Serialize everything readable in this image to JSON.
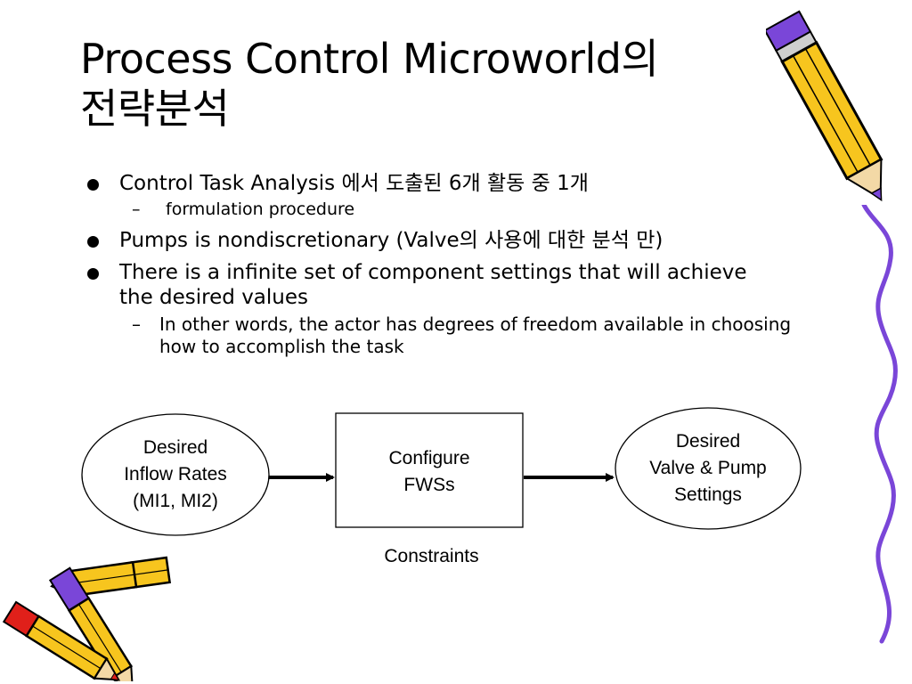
{
  "slide": {
    "title_line1": "Process Control Microworld의",
    "title_line2": "전략분석"
  },
  "bullets": [
    {
      "text": "Control Task Analysis 에서 도출된 6개 활동 중 1개",
      "sub": [
        "formulation procedure"
      ]
    },
    {
      "text": "Pumps is nondiscretionary (Valve의 사용에 대한 분석 만)",
      "sub": []
    },
    {
      "text": "There is a infinite set of component settings that will achieve the desired values",
      "sub": [
        "In other words, the actor has degrees of freedom available in choosing how to accomplish the task"
      ]
    }
  ],
  "diagram": {
    "input": {
      "line1": "Desired",
      "line2": "Inflow Rates",
      "line3": "(MI1, MI2)"
    },
    "process": {
      "line1": "Configure",
      "line2": "FWSs"
    },
    "output": {
      "line1": "Desired",
      "line2": "Valve & Pump",
      "line3": "Settings"
    },
    "constraints_label": "Constraints"
  },
  "clipart": {
    "pencil_top_right": "pencil-icon",
    "pencils_bottom_left": "crossed-pencils-icon",
    "squiggle_right": "squiggle-line-icon",
    "colors": {
      "pencil_body": "#f7c51e",
      "outline": "#000000",
      "eraser": "#7a46d8",
      "tip_red": "#e0201a",
      "tip_green": "#2e9e2e"
    }
  }
}
